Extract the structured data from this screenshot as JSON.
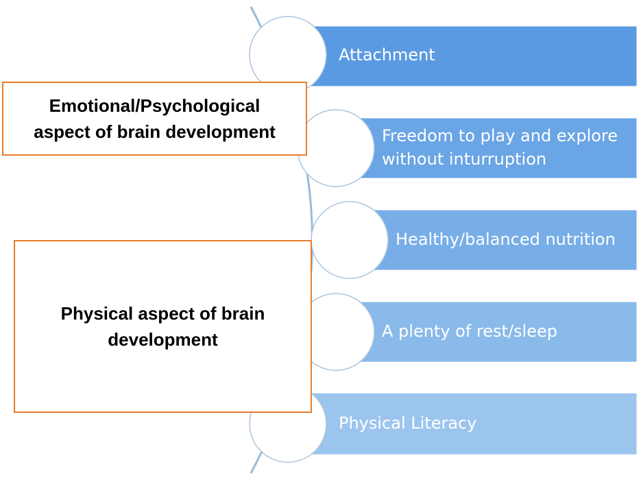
{
  "items": [
    {
      "label": "Attachment",
      "color": "#5a9ae2"
    },
    {
      "label": "Freedom to play and explore\nwithout inturruption",
      "color": "#6aa5e5"
    },
    {
      "label": "Healthy/balanced nutrition",
      "color": "#78aee7"
    },
    {
      "label": "A plenty of rest/sleep",
      "color": "#89baea"
    },
    {
      "label": "Physical Literacy",
      "color": "#9cc5ee"
    }
  ],
  "groups": [
    {
      "label": "Emotional/Psychological\naspect of brain development"
    },
    {
      "label": "Physical aspect of brain\ndevelopment"
    }
  ],
  "colors": {
    "border": "#e87d2b",
    "spine": "#9bbad6",
    "circle_stroke": "#a9c4df"
  }
}
